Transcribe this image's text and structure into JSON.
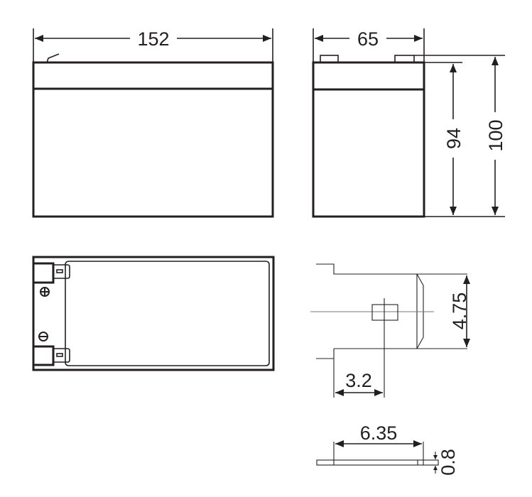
{
  "diagram": {
    "front_view": {
      "width_label": "152"
    },
    "side_view": {
      "depth_label": "65",
      "case_height_label": "94",
      "total_height_label": "100"
    },
    "top_view": {
      "positive_symbol": "plus-terminal",
      "negative_symbol": "minus-terminal"
    },
    "terminal_detail": {
      "tab_width_label": "4.75",
      "hole_offset_label": "3.2"
    },
    "terminal_profile": {
      "tab_length_label": "6.35",
      "thickness_label": "0.8"
    }
  }
}
